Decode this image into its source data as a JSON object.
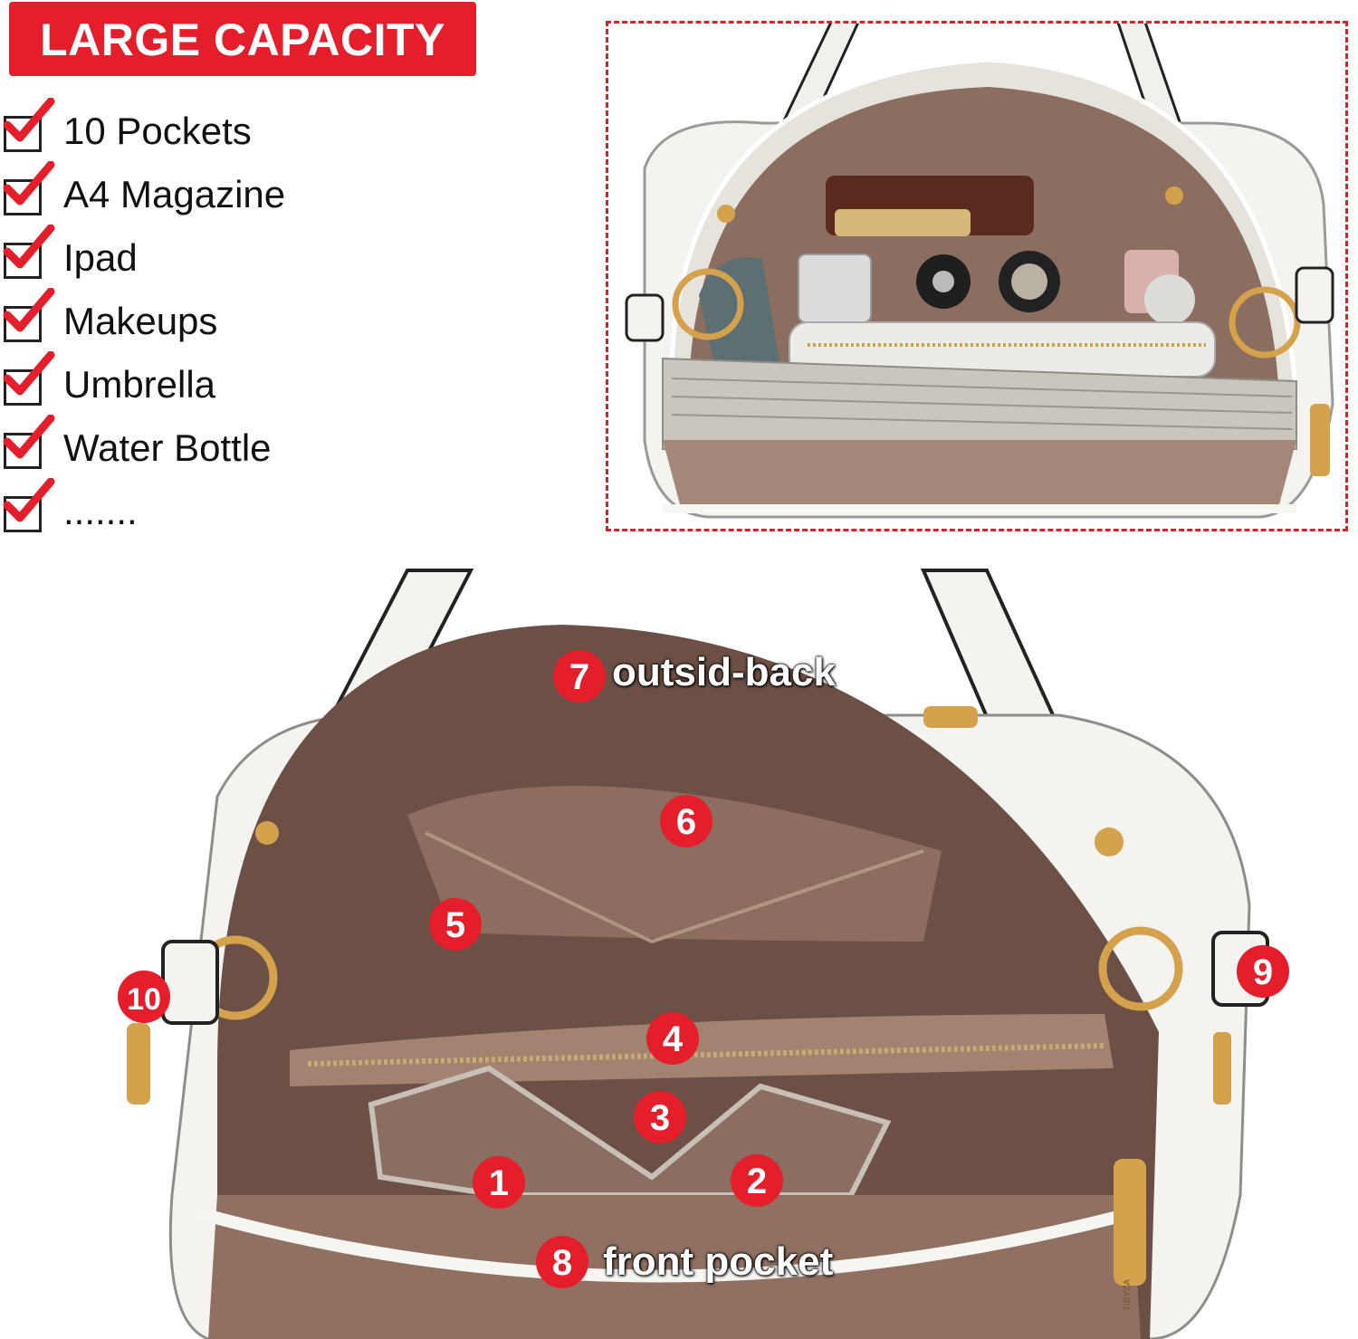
{
  "headline": "LARGE CAPACITY",
  "features": [
    {
      "label": "10 Pockets"
    },
    {
      "label": "A4 Magazine"
    },
    {
      "label": "Ipad"
    },
    {
      "label": "Makeups"
    },
    {
      "label": "Umbrella"
    },
    {
      "label": "Water Bottle"
    },
    {
      "label": "......."
    }
  ],
  "pocket_markers": [
    {
      "number": "1",
      "label": ""
    },
    {
      "number": "2",
      "label": ""
    },
    {
      "number": "3",
      "label": ""
    },
    {
      "number": "4",
      "label": ""
    },
    {
      "number": "5",
      "label": ""
    },
    {
      "number": "6",
      "label": ""
    },
    {
      "number": "7",
      "label": "outsid-back"
    },
    {
      "number": "8",
      "label": "front pocket"
    },
    {
      "number": "9",
      "label": ""
    },
    {
      "number": "10",
      "label": ""
    }
  ],
  "zipper_brand": "TIBYZA",
  "colors": {
    "accent_red": "#e41e2b",
    "dashed_frame": "#d6232a",
    "bag_white": "#f4f3f0",
    "lining_brown": "#7a5a4c",
    "hardware_gold": "#d4a24c"
  }
}
